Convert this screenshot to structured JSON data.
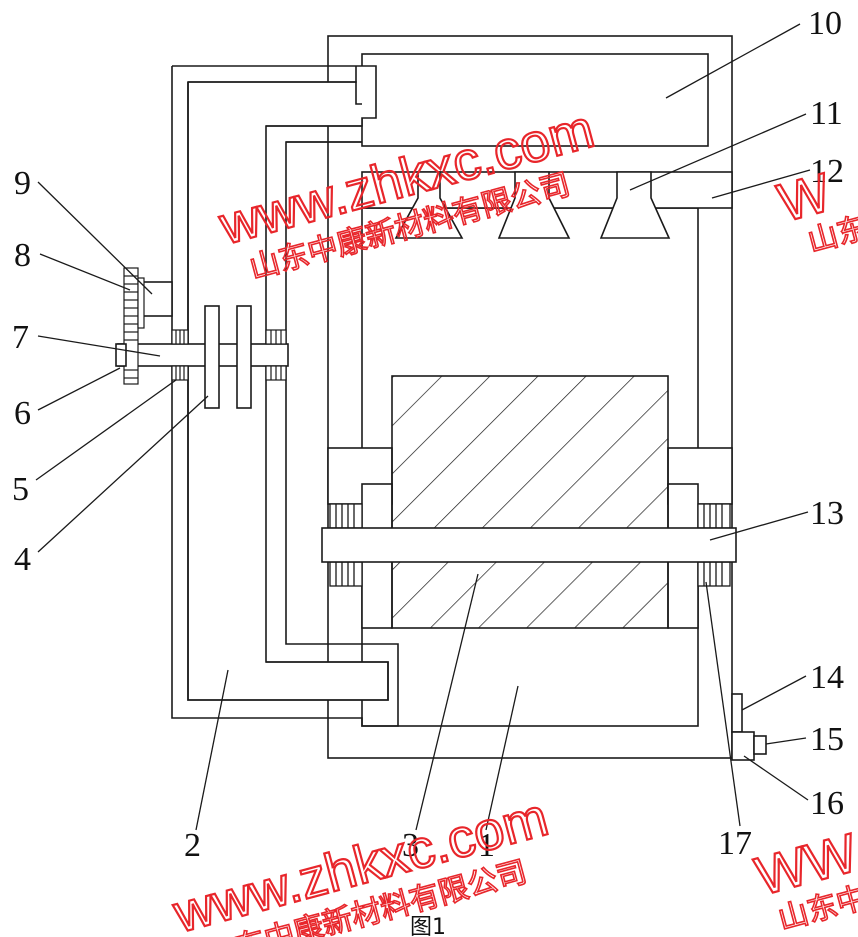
{
  "labels": {
    "l1": "1",
    "l2": "2",
    "l3": "3",
    "l4": "4",
    "l5": "5",
    "l6": "6",
    "l7": "7",
    "l8": "8",
    "l9": "9",
    "l10": "10",
    "l11": "11",
    "l12": "12",
    "l13": "13",
    "l14": "14",
    "l15": "15",
    "l16": "16",
    "l17": "17"
  },
  "caption": "图1",
  "watermark": {
    "url": "www.zhkxc.com",
    "company": "山东中康新材料有限公司",
    "color": "#e8262b"
  },
  "colors": {
    "line": "#1a1a1a",
    "background": "#ffffff"
  }
}
